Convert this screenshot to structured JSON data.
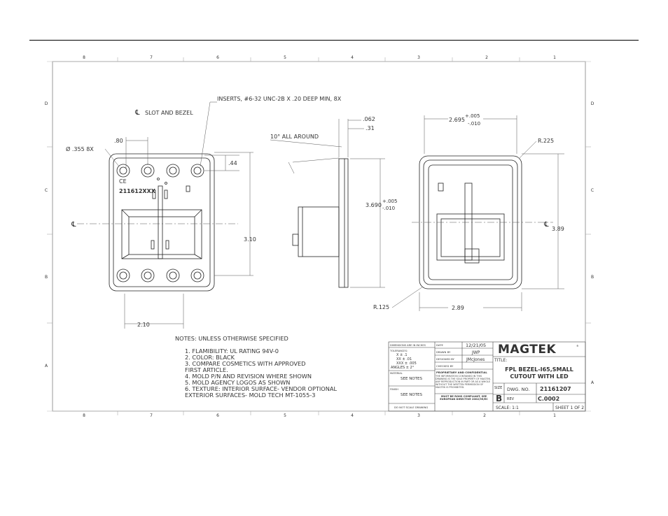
{
  "border": {
    "columns_top": [
      "8",
      "7",
      "6",
      "5",
      "4",
      "3",
      "2",
      "1"
    ],
    "columns_bottom": [
      "8",
      "7",
      "6",
      "5",
      "4",
      "3",
      "2",
      "1"
    ],
    "rows_left": [
      "D",
      "C",
      "B",
      "A"
    ],
    "rows_right": [
      "D",
      "C",
      "B",
      "A"
    ]
  },
  "front_view": {
    "inserts_note": "INSERTS, #6-32 UNC-2B X .20 DEEP MIN, 8X",
    "slot_bezel_label": "SLOT AND BEZEL",
    "dim_hole_dia": "Ø .355 8X",
    "dim_80": ".80",
    "dim_44": ".44",
    "dim_310": "3.10",
    "dim_210": "2.10",
    "part_marking": "211612XXX",
    "ce_mark": "CE",
    "cl_symbol": "℄"
  },
  "side_view": {
    "dim_062": ".062",
    "dim_31": ".31",
    "all_around": "10° ALL AROUND",
    "dim_3690": "3.690",
    "tol_plus": "+.005",
    "tol_minus": "-.010"
  },
  "rear_view": {
    "dim_2695": "2.695",
    "tol_plus": "+.005",
    "tol_minus": "-.010",
    "dim_r225": "R.225",
    "dim_389": "3.89",
    "dim_r125": "R.125",
    "dim_289": "2.89",
    "cl_symbol": "℄"
  },
  "notes": {
    "header": "NOTES:  UNLESS OTHERWISE SPECIFIED",
    "items": [
      "1.  FLAMIBILITY:  UL RATING 94V-0",
      "2.  COLOR:  BLACK",
      "3.  COMPARE COSMETICS WITH APPROVED",
      "      FIRST ARTICLE.",
      "4.  MOLD P/N AND REVISION WHERE SHOWN",
      "5.  MOLD AGENCY LOGOS AS SHOWN",
      "6.  TEXTURE:  INTERIOR SURFACE- VENDOR OPTIONAL",
      "                  EXTERIOR SURFACES- MOLD TECH MT-1055-3"
    ]
  },
  "title_block": {
    "dims_label": "DIMENSIONS ARE IN INCHES",
    "tolerances_label": "TOLERANCES:",
    "tol_x": "X  ± .1",
    "tol_xx": "XX  ± .01",
    "tol_xxx": "XXX ± .005",
    "tol_angles": "ANGLES ± 2°",
    "material_label": "MATERIAL",
    "material_value": "SEE NOTES",
    "finish_label": "FINISH",
    "finish_value": "SEE NOTES",
    "do_not_scale": "DO NOT SCALE DRAWING",
    "date_label": "DATE",
    "date_value": "12/21/05",
    "drawn_label": "DRAWN BY",
    "drawn_value": "JWP",
    "designed_label": "DESIGNED BY",
    "designed_value": "JMcJones",
    "checked_label": "CHECKED BY",
    "proprietary_header": "PROPRIETARY AND CONFIDENTIAL",
    "proprietary_text": "THE INFORMATION CONTAINED IN THIS DRAWING IS THE SOLE PROPERTY OF MAGTEK. ANY REPRODUCTION IN PART OR AS A WHOLE WITHOUT THE WRITTEN PERMISSION OF MAGTEK IS PROHIBITED.",
    "rohs_text": "MUST BE ROHS COMPLIANT, SEE EUROPEAN DIRECTIVE 2002/95/EC",
    "company": "MAGTEK",
    "title_label": "TITLE:",
    "title_line1": "FPL BEZEL-I65,SMALL",
    "title_line2": "CUTOUT WITH LED",
    "size_label": "SIZE",
    "size_value": "B",
    "dwg_no_label": "DWG. NO.",
    "dwg_no_value": "21161207",
    "rev_label": "REV",
    "rev_value": "C.0002",
    "scale": "SCALE: 1:1",
    "sheet": "SHEET 1 OF 2"
  }
}
